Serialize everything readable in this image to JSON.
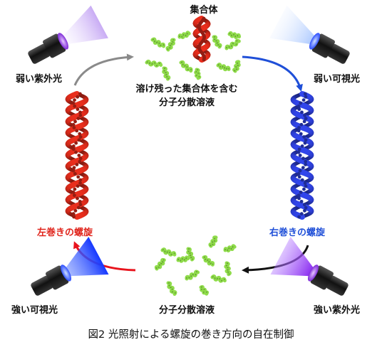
{
  "labels": {
    "aggregate": "集合体",
    "top_solution": "溶け残った集合体を含む",
    "top_solution_2": "分子分散溶液",
    "bottom_solution": "分子分散溶液",
    "weak_uv": "弱い紫外光",
    "weak_visible": "弱い可視光",
    "strong_visible": "強い可視光",
    "strong_uv": "強い紫外光",
    "left_helix": "左巻きの螺旋",
    "right_helix": "右巻きの螺旋"
  },
  "caption": "図2 光照射による螺旋の巻き方向の自在制御",
  "colors": {
    "left_helix": "#d42a1a",
    "right_helix": "#2d3fd6",
    "molecules": "#8fdc4a",
    "arrow_top_left": "#8a8a8a",
    "arrow_top_right": "#1f4fd8",
    "arrow_bottom_left": "#e8141d",
    "arrow_bottom_right": "#111111",
    "uv_light": "#7a2ff0",
    "visible_light": "#2a4cff"
  }
}
